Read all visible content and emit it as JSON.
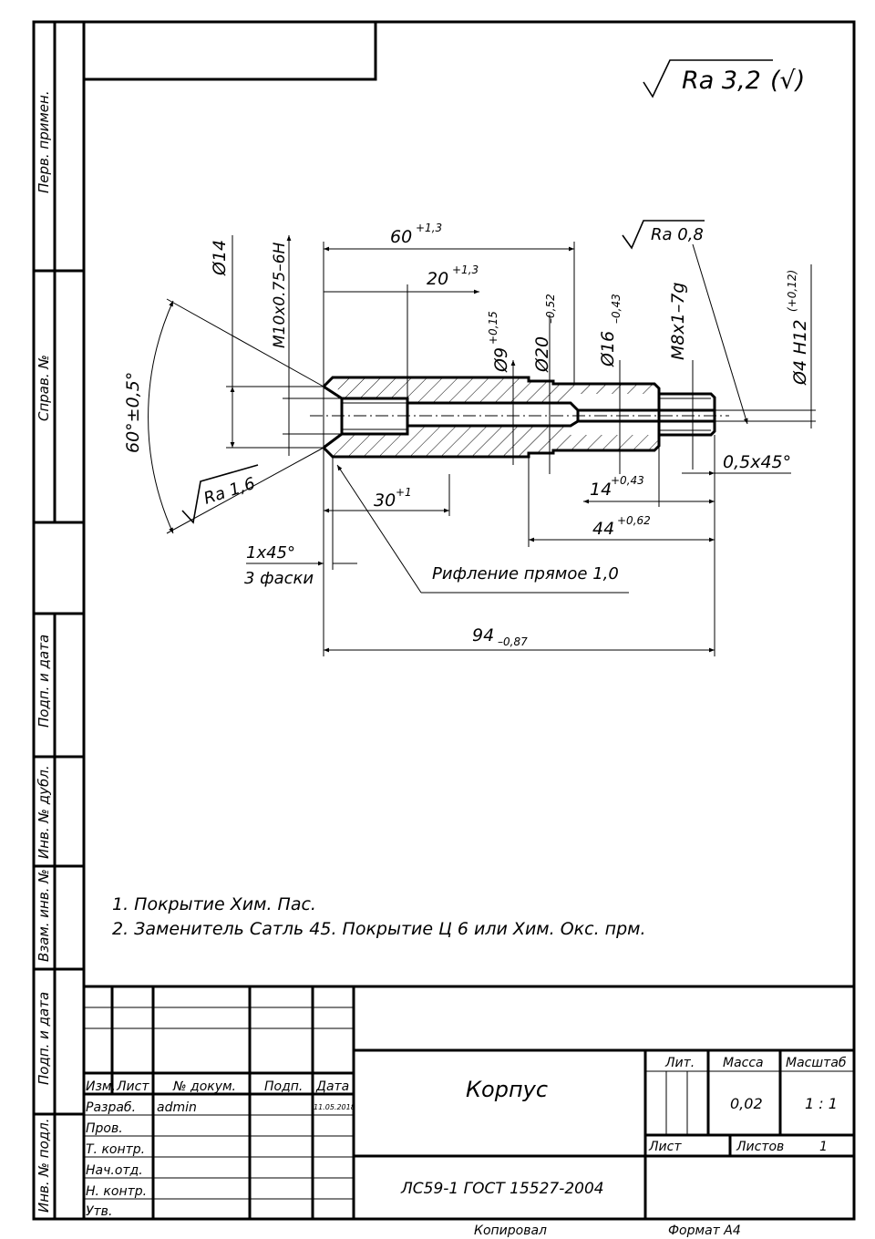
{
  "surface_roughness_general": "Ra 3,2",
  "surface_roughness_general_suffix": "(√)",
  "side_stamp": {
    "perv_primen": "Перв. примен.",
    "sprav_no": "Справ. №",
    "podp_data_1": "Подп. и дата",
    "inv_dubl": "Инв. № дубл.",
    "vzam_inv": "Взам. инв. №",
    "podp_data_2": "Подп. и дата",
    "inv_podl": "Инв. № подл."
  },
  "dimensions": {
    "d14": "Ø14",
    "m10": "M10x0.75–6H",
    "len60": "60",
    "len60_tol": "+1,3",
    "len20": "20",
    "len20_tol": "+1,3",
    "d9": "Ø9",
    "d9_tol": "+0,15",
    "d20": "Ø20",
    "d20_tol": "–0,52",
    "d16": "Ø16",
    "d16_tol": "–0,43",
    "m8": "M8x1–7g",
    "ra08": "Ra 0,8",
    "d4": "Ø4 H12",
    "d4_tol": "(+0,12)",
    "angle": "60°±0,5°",
    "ra16": "Ra 1,6",
    "len30": "30",
    "len30_tol": "+1",
    "chamfer": "0,5x45°",
    "len14": "14",
    "len14_tol": "+0,43",
    "len44": "44",
    "len44_tol": "+0,62",
    "chamfer3_a": "1x45°",
    "chamfer3_b": "3 фаски",
    "knurl": "Рифление прямое 1,0",
    "len94": "94",
    "len94_tol": "–0,87"
  },
  "notes": [
    "1. Покрытие Хим. Пас.",
    "2. Заменитель Сатль 45. Покрытие Ц 6 или Хим. Окс. прм."
  ],
  "title_block": {
    "headers": {
      "izm": "Изм.",
      "list": "Лист",
      "doc": "№ докум.",
      "podp": "Подп.",
      "data": "Дата"
    },
    "rows": [
      {
        "role": "Разраб.",
        "name": "admin",
        "date": "11.05.2018"
      },
      {
        "role": "Пров.",
        "name": "",
        "date": ""
      },
      {
        "role": "Т. контр.",
        "name": "",
        "date": ""
      },
      {
        "role": "Нач.отд.",
        "name": "",
        "date": ""
      },
      {
        "role": "Н. контр.",
        "name": "",
        "date": ""
      },
      {
        "role": "Утв.",
        "name": "",
        "date": ""
      }
    ],
    "part_name": "Корпус",
    "material": "ЛС59-1 ГОСТ 15527-2004",
    "lit_label": "Лит.",
    "mass_label": "Масса",
    "scale_label": "Масштаб",
    "mass_value": "0,02",
    "scale_value": "1 : 1",
    "sheet_label": "Лист",
    "sheets_label": "Листов",
    "sheets_value": "1"
  },
  "footer": {
    "copied": "Копировал",
    "format": "Формат А4"
  }
}
